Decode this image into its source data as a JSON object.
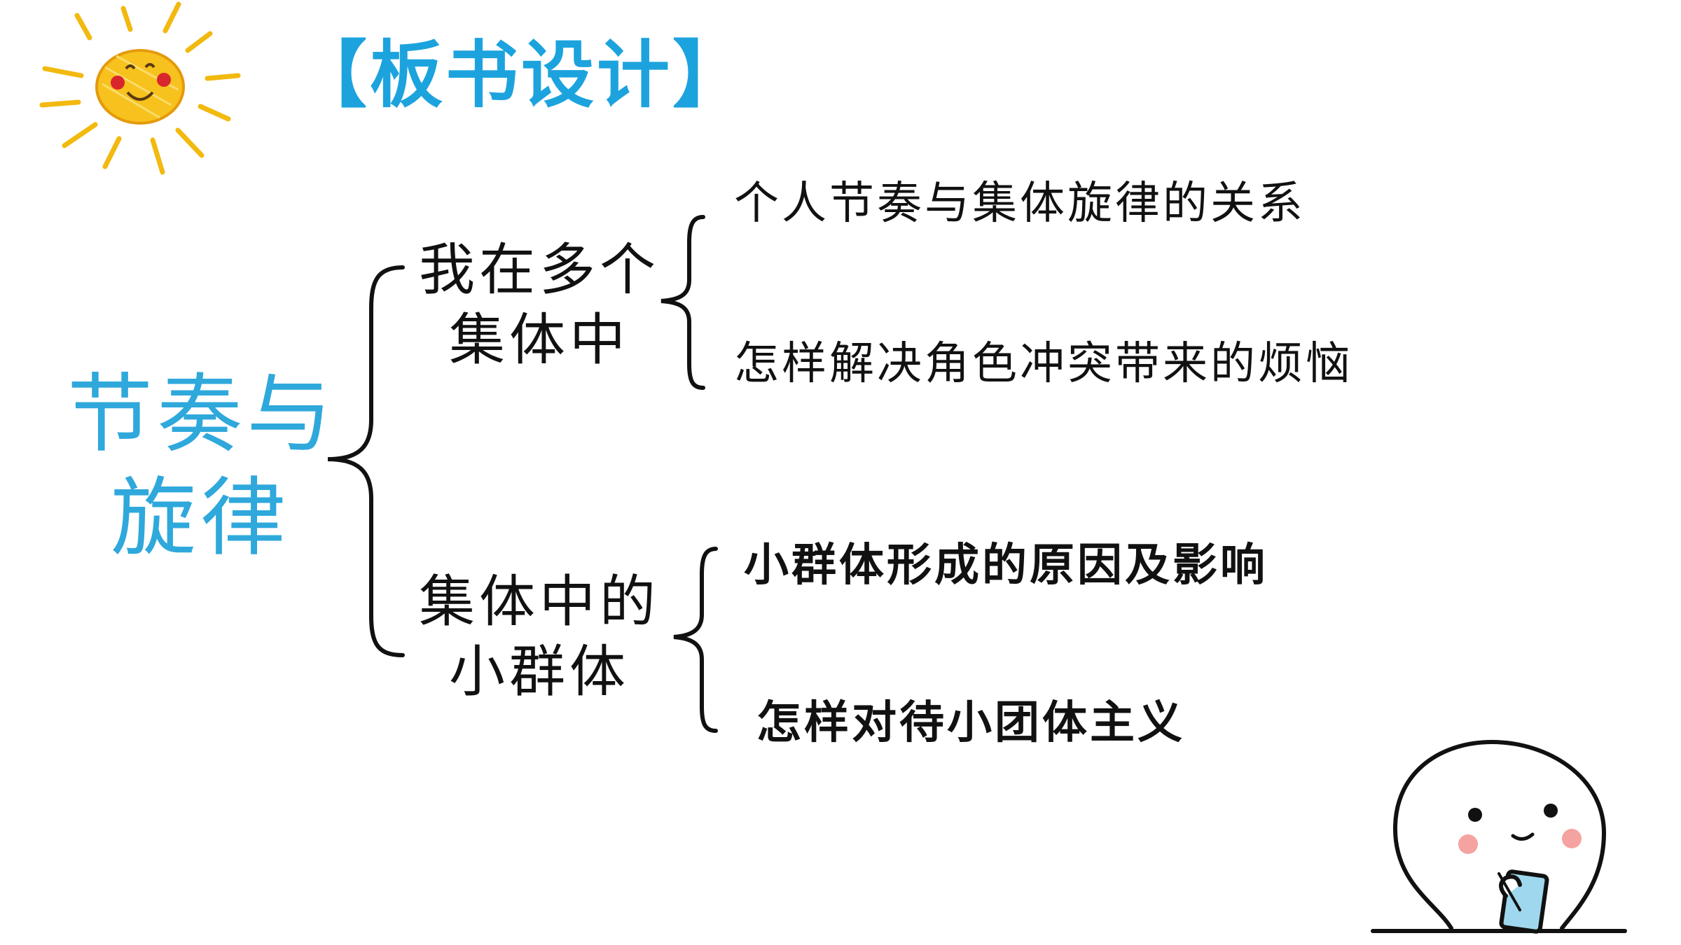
{
  "title": "【板书设计】",
  "root": {
    "line1": "节奏与",
    "line2": "旋律"
  },
  "branches": [
    {
      "line1": "我在多个",
      "line2": "集体中",
      "leaves": [
        "个人节奏与集体旋律的关系",
        "怎样解决角色冲突带来的烦恼"
      ]
    },
    {
      "line1": "集体中的",
      "line2": "小群体",
      "leaves": [
        "小群体形成的原因及影响",
        "怎样对待小团体主义"
      ]
    }
  ],
  "colors": {
    "title": "#1ca3de",
    "root": "#2fa8dc",
    "text": "#111111",
    "sun": "#f7c21e",
    "cheek": "#f4a3a0"
  },
  "icons": [
    "sun-icon",
    "cartoon-character-icon"
  ]
}
